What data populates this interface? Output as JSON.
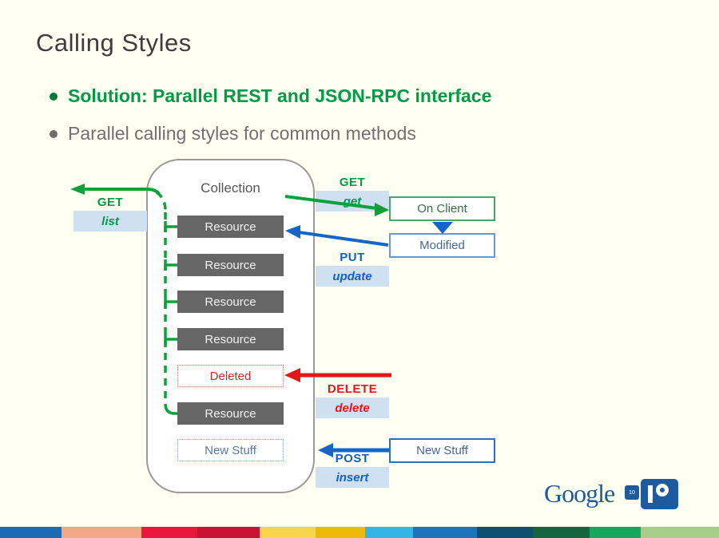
{
  "slide": {
    "title": "Calling Styles",
    "bullet1": "Solution: Parallel REST and JSON-RPC interface",
    "bullet2": "Parallel calling styles for common methods"
  },
  "diagram": {
    "collection": "Collection",
    "row1": "Resource",
    "row2": "Resource",
    "row3": "Resource",
    "row4": "Resource",
    "row_deleted": "Deleted",
    "row5": "Resource",
    "row_new": "New Stuff",
    "box_on_client": "On Client",
    "box_modified": "Modified",
    "box_new_stuff": "New Stuff",
    "get_left": {
      "verb": "GET",
      "method": "list"
    },
    "get_right": {
      "verb": "GET",
      "method": "get"
    },
    "put": {
      "verb": "PUT",
      "method": "update"
    },
    "delete": {
      "verb": "DELETE",
      "method": "delete"
    },
    "post": {
      "verb": "POST",
      "method": "insert"
    }
  },
  "colors": {
    "green": "#009b46",
    "blue": "#1565c8",
    "red": "#e01818",
    "label_bg": "#cfe0f2",
    "resource_bg": "#666666",
    "background": "#fffff2",
    "logo_blue": "#1d5a9e"
  },
  "footer": {
    "logo_text": "Google",
    "logo_badge": "10",
    "stripe": [
      {
        "color": "#1b6cb4",
        "w": 77
      },
      {
        "color": "#f2a884",
        "w": 100
      },
      {
        "color": "#e8173c",
        "w": 70
      },
      {
        "color": "#c81434",
        "w": 78
      },
      {
        "color": "#f8d34c",
        "w": 70
      },
      {
        "color": "#edb907",
        "w": 62
      },
      {
        "color": "#35b5e5",
        "w": 60
      },
      {
        "color": "#1b74bc",
        "w": 80
      },
      {
        "color": "#0d5070",
        "w": 70
      },
      {
        "color": "#15653f",
        "w": 71
      },
      {
        "color": "#16a75c",
        "w": 64
      },
      {
        "color": "#a8cc8a",
        "w": 98
      }
    ]
  }
}
